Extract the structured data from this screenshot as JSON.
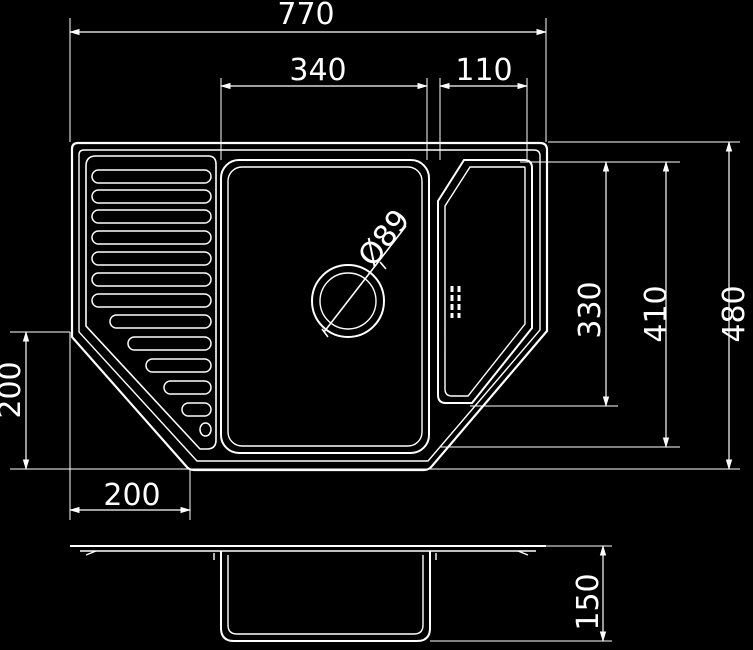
{
  "dimensions": {
    "overall_width": "770",
    "bowl_width": "340",
    "drainer_width": "110",
    "height_small": "330",
    "height_mid": "410",
    "height_overall": "480",
    "corner_height": "200",
    "corner_width": "200",
    "depth": "150",
    "drain_diameter": "Ø89"
  },
  "colors": {
    "background": "#000000",
    "lines": "#ffffff"
  }
}
